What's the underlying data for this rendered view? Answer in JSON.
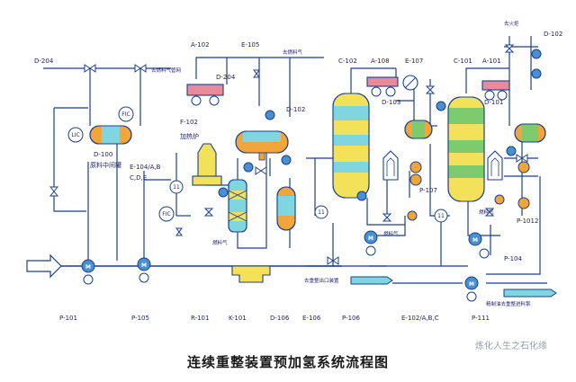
{
  "title": "连续重整装置预加氢系统流程图",
  "watermark": "炼化人生之石化缘",
  "colors": {
    "line": "#1a3f8f",
    "cyan": "#7fd6e0",
    "yellow": "#f3e15a",
    "green": "#7ccc6e",
    "orange": "#f2a53a",
    "pink": "#e88a9a",
    "blue_pump": "#4a8fd0"
  },
  "equipment_labels": {
    "d204_top": "D-204",
    "d204_mid": "D-204",
    "a102": "A-102",
    "e105": "E-105",
    "f102": "F-102",
    "furnace_note": "加热炉",
    "d102": "D-102",
    "c102": "C-102",
    "a108": "A-108",
    "e107": "E-107",
    "d103": "D-103",
    "p107": "P-107",
    "c101": "C-101",
    "a101": "A-101",
    "d101": "D-101",
    "d102_right": "D-102",
    "p1012": "P-1012",
    "p104": "P-104",
    "d100": "D-100",
    "d100_name": "原料中间罐",
    "e104_a": "E-104/A,B",
    "e104_b": "C,D,E"
  },
  "stream_labels": {
    "to_fuel_gas_network": "去燃料气管网",
    "to_fuel_gas": "去燃料气",
    "fuel_gas_1": "燃料气",
    "fuel_gas_2": "燃料气",
    "fuel_gas_3": "燃料气",
    "to_torch": "去火炬",
    "to_unit": "去重整出口装置",
    "to_reforming": "精制油去重整进料泵"
  },
  "instruments": [
    "FIC",
    "LIC",
    "FIC"
  ],
  "bottom_labels": [
    "P-101",
    "P-105",
    "R-101",
    "K-101",
    "D-106",
    "E-106",
    "P-106",
    "E-102/A,B,C",
    "P-111"
  ]
}
